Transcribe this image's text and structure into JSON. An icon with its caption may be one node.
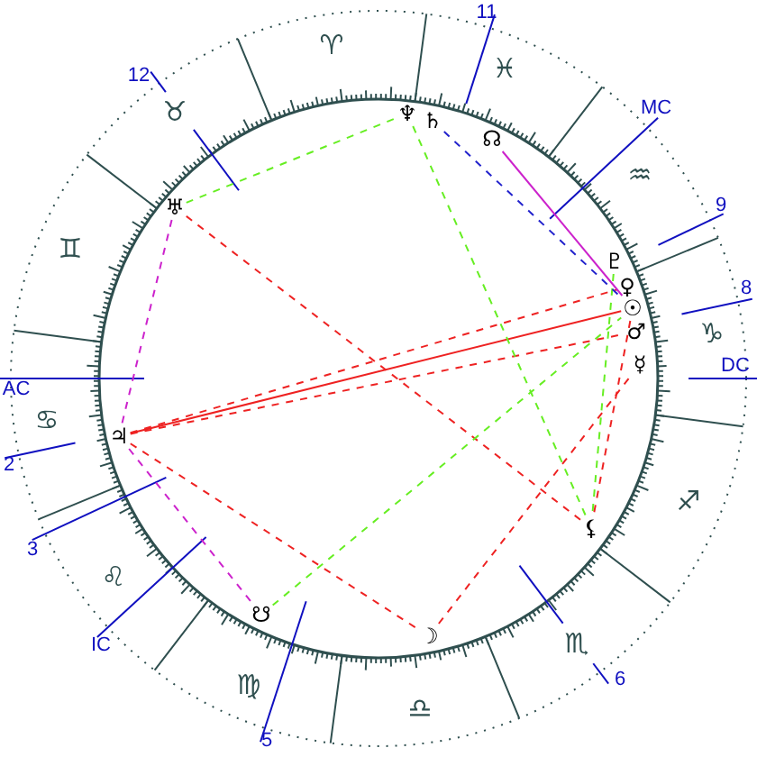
{
  "diagram": {
    "nodes": [
      {
        "text": [
          "♅"
        ]
      },
      {
        "text": [
          "♆"
        ]
      },
      {
        "text": [
          "♄"
        ]
      },
      {
        "text": [
          "☊"
        ]
      },
      {
        "text": [
          "♇"
        ]
      },
      {
        "text": [
          "♀"
        ]
      },
      {
        "text": [
          "☉"
        ]
      },
      {
        "text": [
          "♂"
        ]
      },
      {
        "text": [
          "☿"
        ]
      },
      {
        "text": [
          "♃"
        ]
      },
      {
        "text": [
          "☋"
        ]
      },
      {
        "text": [
          "☽"
        ]
      },
      {
        "text": [
          "⚸"
        ]
      }
    ],
    "edges": [
      {
        "from": 0,
        "to": 1,
        "arrow": "none",
        "style": "dashed",
        "color": "#66ee22"
      },
      {
        "from": 0,
        "to": 9,
        "arrow": "none",
        "style": "dashed",
        "color": "#cc22cc"
      },
      {
        "from": 0,
        "to": 12,
        "arrow": "none",
        "style": "dashed",
        "color": "#ee2222"
      },
      {
        "from": 9,
        "to": 10,
        "arrow": "none",
        "style": "dashed",
        "color": "#cc22cc"
      },
      {
        "from": 9,
        "to": 6,
        "arrow": "none",
        "color": "#ee2222"
      },
      {
        "from": 9,
        "to": 7,
        "arrow": "none",
        "style": "dashed",
        "color": "#ee2222"
      },
      {
        "from": 9,
        "to": 5,
        "arrow": "none",
        "style": "dashed",
        "color": "#ee2222"
      },
      {
        "from": 9,
        "to": 11,
        "arrow": "none",
        "style": "dashed",
        "color": "#ee2222"
      },
      {
        "from": 11,
        "to": 8,
        "arrow": "none",
        "style": "dashed",
        "color": "#ee2222"
      },
      {
        "from": 10,
        "to": 6,
        "arrow": "none",
        "style": "dashed",
        "color": "#66ee22"
      },
      {
        "from": 1,
        "to": 12,
        "arrow": "none",
        "style": "dashed",
        "color": "#66ee22"
      },
      {
        "from": 4,
        "to": 12,
        "arrow": "none",
        "style": "dashed",
        "color": "#66ee22"
      },
      {
        "from": 2,
        "to": 6,
        "arrow": "none",
        "style": "dashed",
        "color": "#2222cc"
      },
      {
        "from": 3,
        "to": 6,
        "arrow": "none",
        "color": "#cc22cc"
      },
      {
        "from": 6,
        "to": 12,
        "arrow": "none",
        "style": "dashed",
        "color": "#ee2222"
      }
    ],
    "labels": [
      "11",
      "♈",
      "12",
      "♓",
      "♉",
      "MC",
      "♒",
      "♊",
      "9",
      "8",
      "♑",
      "AC",
      "DC",
      "♋",
      "2",
      "♐",
      "3",
      "♌",
      "♏",
      "IC",
      "6",
      "♍",
      "♎",
      "5"
    ]
  }
}
